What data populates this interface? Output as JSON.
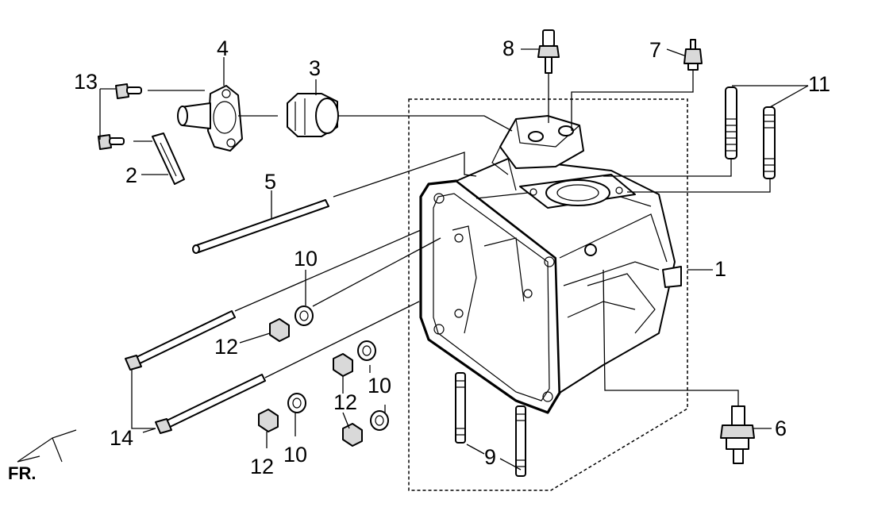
{
  "diagram": {
    "part_numbers": {
      "p1": "1",
      "p2": "2",
      "p3": "3",
      "p4": "4",
      "p5": "5",
      "p6": "6",
      "p7": "7",
      "p8": "8",
      "p9": "9",
      "p10a": "10",
      "p10b": "10",
      "p10c": "10",
      "p11": "11",
      "p12a": "12",
      "p12b": "12",
      "p12c": "12",
      "p13": "13",
      "p14": "14"
    },
    "orientation_label": "FR."
  }
}
